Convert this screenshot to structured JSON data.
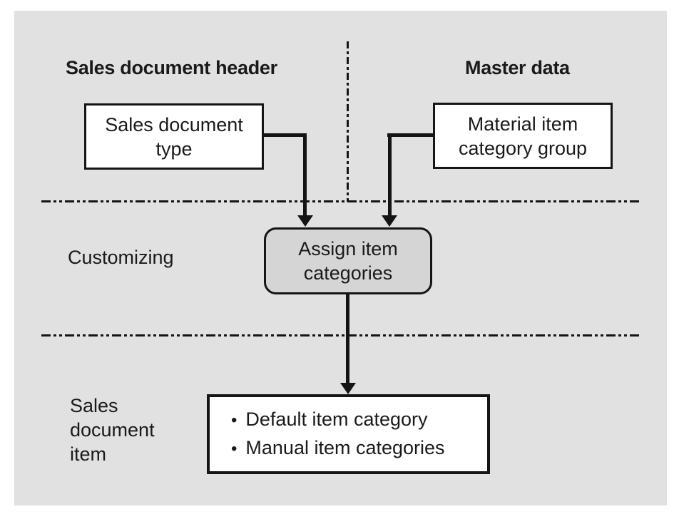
{
  "figure": {
    "background_color": "#e1e1e1",
    "line_color": "#141414",
    "assign_box_fill": "#d5d5d5",
    "headers": {
      "sales_document_header": "Sales document header",
      "master_data": "Master data"
    },
    "row_labels": {
      "customizing": "Customizing",
      "sales_document_item": [
        "Sales",
        "document",
        "item"
      ]
    },
    "boxes": {
      "sales_document_type": {
        "lines": [
          "Sales document",
          "type"
        ]
      },
      "material_item_category_group": {
        "lines": [
          "Material item",
          "category group"
        ]
      },
      "assign_item_categories": {
        "lines": [
          "Assign item",
          "categories"
        ]
      },
      "item_category_result": {
        "bullet": "•",
        "items": [
          "Default item category",
          "Manual item categories"
        ]
      }
    }
  }
}
